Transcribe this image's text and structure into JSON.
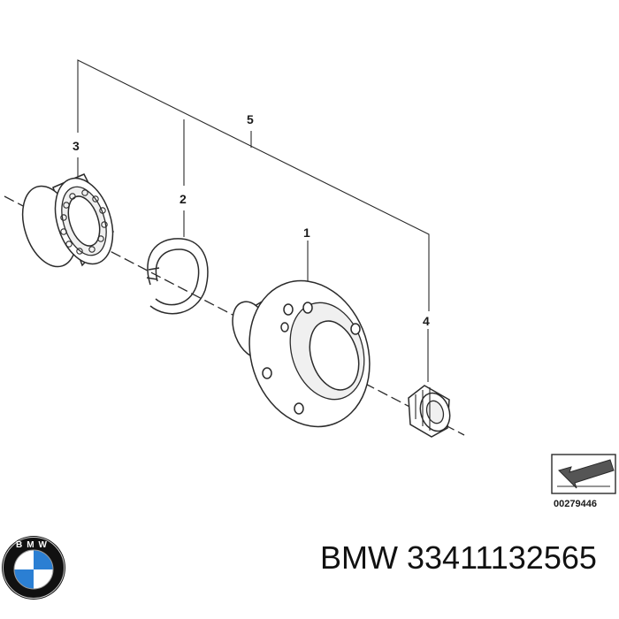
{
  "diagram": {
    "callouts": {
      "hub": "1",
      "circlip": "2",
      "bearing": "3",
      "nut": "4",
      "kit": "5"
    },
    "reference_code": "00279446"
  },
  "caption": {
    "brand": "BMW",
    "part_number": "33411132565"
  },
  "logo": {
    "letters": "BMW",
    "colors": {
      "blue": "#2b7fd3",
      "white": "#ffffff",
      "ring": "#111111"
    }
  }
}
